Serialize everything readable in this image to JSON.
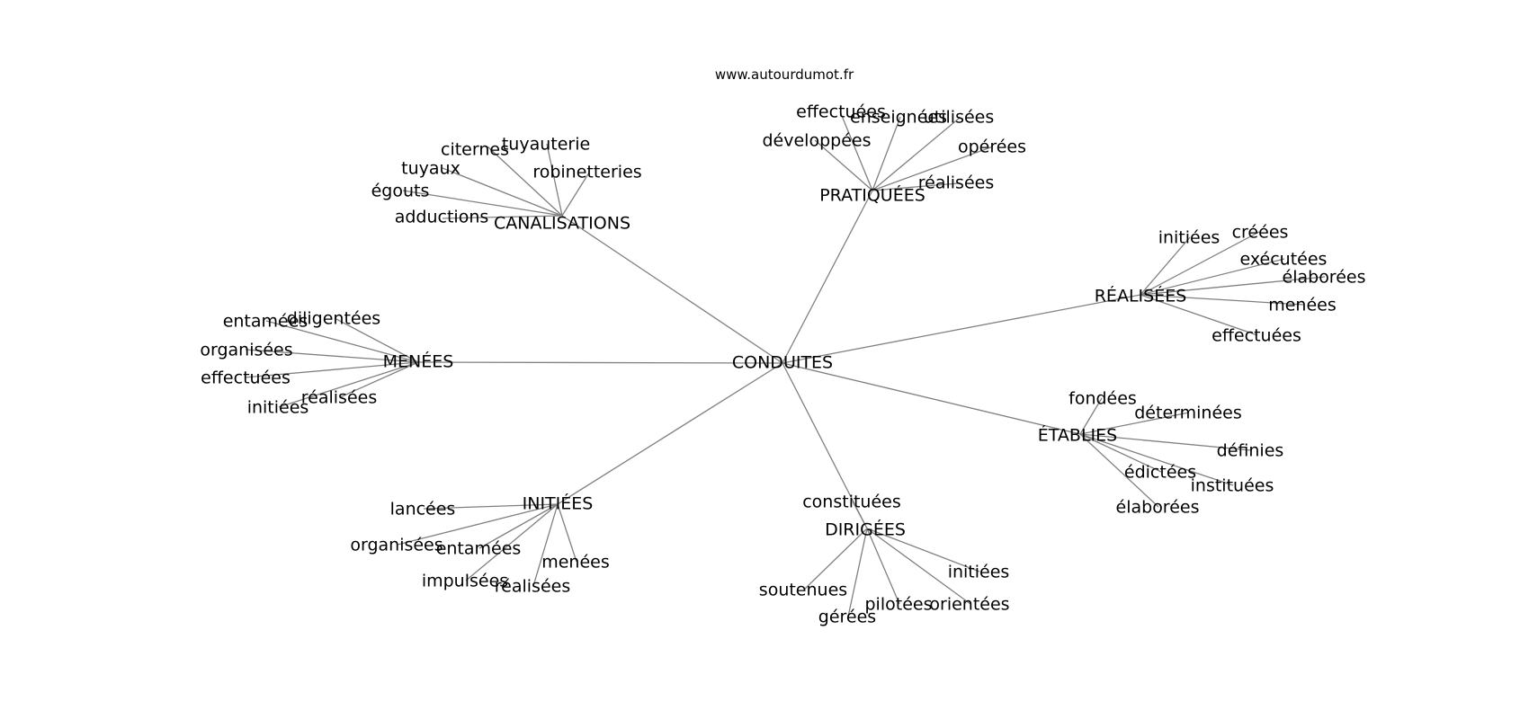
{
  "source": "www.autourdumot.fr",
  "root": "CONDUITES",
  "groups": [
    {
      "id": "canalisations",
      "label": "CANALISATIONS",
      "leaves": [
        "tuyauterie",
        "citernes",
        "robinetteries",
        "tuyaux",
        "égouts",
        "adductions"
      ]
    },
    {
      "id": "pratiquees",
      "label": "PRATIQUÉES",
      "leaves": [
        "effectuées",
        "enseignées",
        "utilisées",
        "développées",
        "opérées",
        "réalisées"
      ]
    },
    {
      "id": "realisees",
      "label": "RÉALISÉES",
      "leaves": [
        "initiées",
        "créées",
        "exécutées",
        "élaborées",
        "menées",
        "effectuées"
      ]
    },
    {
      "id": "menees",
      "label": "MENÉES",
      "leaves": [
        "diligentées",
        "entamées",
        "organisées",
        "effectuées",
        "réalisées",
        "initiées"
      ]
    },
    {
      "id": "etablies",
      "label": "ÉTABLIES",
      "leaves": [
        "fondées",
        "déterminées",
        "définies",
        "édictées",
        "instituées",
        "élaborées"
      ]
    },
    {
      "id": "initiees",
      "label": "INITIÉES",
      "leaves": [
        "lancées",
        "organisées",
        "entamées",
        "menées",
        "impulsées",
        "réalisées"
      ]
    },
    {
      "id": "dirigees",
      "label": "DIRIGÉES",
      "leaves": [
        "constituées",
        "initiées",
        "soutenues",
        "pilotées",
        "orientées",
        "gérées"
      ]
    }
  ]
}
